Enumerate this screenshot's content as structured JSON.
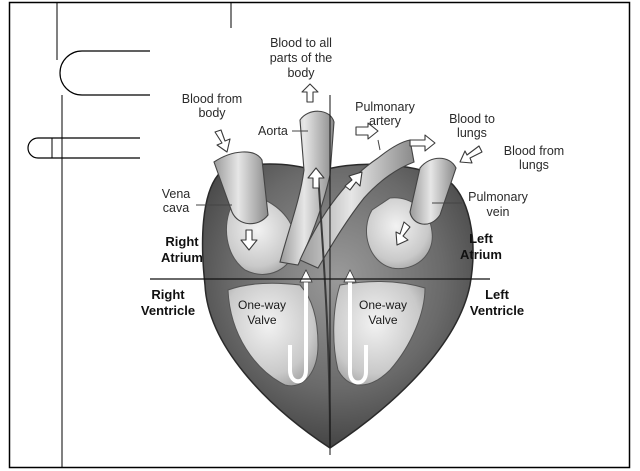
{
  "labels": {
    "blood_to_all_line1": "Blood to all",
    "blood_to_all_line2": "parts of the",
    "blood_to_all_line3": "body",
    "blood_from_body_line1": "Blood from",
    "blood_from_body_line2": "body",
    "aorta": "Aorta",
    "pulmonary_artery_line1": "Pulmonary",
    "pulmonary_artery_line2": "artery",
    "blood_to_lungs_line1": "Blood to",
    "blood_to_lungs_line2": "lungs",
    "blood_from_lungs_line1": "Blood from",
    "blood_from_lungs_line2": "lungs",
    "vena_cava_line1": "Vena",
    "vena_cava_line2": "cava",
    "pulmonary_vein_line1": "Pulmonary",
    "pulmonary_vein_line2": "vein",
    "right_atrium_line1": "Right",
    "right_atrium_line2": "Atrium",
    "left_atrium_line1": "Left",
    "left_atrium_line2": "Atrium",
    "right_ventricle_line1": "Right",
    "right_ventricle_line2": "Ventricle",
    "left_ventricle_line1": "Left",
    "left_ventricle_line2": "Ventricle",
    "valve_left_line1": "One-way",
    "valve_left_line2": "Valve",
    "valve_right_line1": "One-way",
    "valve_right_line2": "Valve"
  },
  "colors": {
    "heart_dark": "#4a4a4a",
    "heart_mid": "#8c8c8c",
    "heart_light": "#d8d8d8",
    "vessel": "#bfbfbf",
    "frame": "#000000"
  }
}
